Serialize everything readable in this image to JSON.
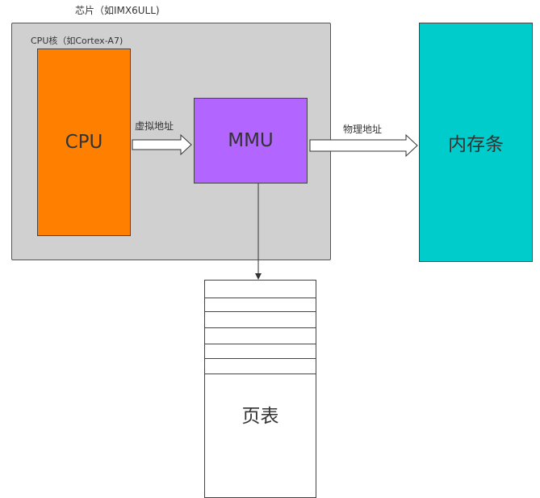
{
  "chip": {
    "label": "芯片（如IMX6ULL)",
    "fill": "#d0d0d0"
  },
  "cpu_core": {
    "label": "CPU核（如Cortex-A7)"
  },
  "cpu": {
    "label": "CPU",
    "fill": "#ff8000"
  },
  "mmu": {
    "label": "MMU",
    "fill": "#b266ff"
  },
  "memory": {
    "label": "内存条",
    "fill": "#00cccc"
  },
  "page_table": {
    "label": "页表",
    "entry_rows": 6
  },
  "edges": [
    {
      "from": "cpu",
      "to": "mmu",
      "label": "虚拟地址",
      "style": "hollow-arrow"
    },
    {
      "from": "mmu",
      "to": "memory",
      "label": "物理地址",
      "style": "hollow-arrow"
    },
    {
      "from": "mmu",
      "to": "page_table",
      "label": "",
      "style": "line-arrow"
    }
  ]
}
